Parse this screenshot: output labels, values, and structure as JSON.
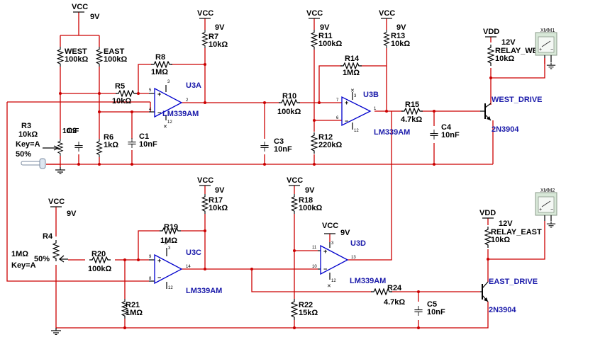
{
  "nets": {
    "vcc": "VCC",
    "vdd": "VDD"
  },
  "supplies": {
    "vcc_voltage": "9V",
    "vdd_voltage": "12V"
  },
  "resistors": {
    "west": {
      "name": "WEST",
      "value": "100kΩ"
    },
    "east": {
      "name": "EAST",
      "value": "100kΩ"
    },
    "r3": {
      "name": "R3",
      "value": "10kΩ",
      "key": "Key=A",
      "percent": "50%"
    },
    "r4": {
      "name": "R4",
      "value": "1MΩ",
      "key": "Key=A",
      "percent": "50%"
    },
    "r5": {
      "name": "R5",
      "value": "10kΩ"
    },
    "r6": {
      "name": "R6",
      "value": "1kΩ"
    },
    "r7": {
      "name": "R7",
      "value": "10kΩ"
    },
    "r8": {
      "name": "R8",
      "value": "1MΩ"
    },
    "r10": {
      "name": "R10",
      "value": "100kΩ"
    },
    "r11": {
      "name": "R11",
      "value": "100kΩ"
    },
    "r12": {
      "name": "R12",
      "value": "220kΩ"
    },
    "r13": {
      "name": "R13",
      "value": "10kΩ"
    },
    "r14": {
      "name": "R14",
      "value": "1MΩ"
    },
    "r15": {
      "name": "R15",
      "value": "4.7kΩ"
    },
    "r17": {
      "name": "R17",
      "value": "10kΩ"
    },
    "r18": {
      "name": "R18",
      "value": "100kΩ"
    },
    "r19": {
      "name": "R19",
      "value": "1MΩ"
    },
    "r20": {
      "name": "R20",
      "value": "100kΩ"
    },
    "r21": {
      "name": "R21",
      "value": "1MΩ"
    },
    "r22": {
      "name": "R22",
      "value": "15kΩ"
    },
    "r24": {
      "name": "R24",
      "value": "4.7kΩ"
    },
    "relay_west": {
      "name": "RELAY_WE",
      "value": "10kΩ"
    },
    "relay_east": {
      "name": "RELAY_EAST",
      "value": "10kΩ"
    }
  },
  "capacitors": {
    "c1": {
      "name": "C1",
      "value": "10nF"
    },
    "c2": {
      "name": "C2",
      "value": "10nF"
    },
    "c3": {
      "name": "C3",
      "value": "10nF"
    },
    "c4": {
      "name": "C4",
      "value": "10nF"
    },
    "c5": {
      "name": "C5",
      "value": "10nF"
    }
  },
  "opamps": {
    "u3a": {
      "name": "U3A",
      "part": "LM339AM",
      "pins": [
        "5",
        "4",
        "2",
        "3",
        "12"
      ]
    },
    "u3b": {
      "name": "U3B",
      "part": "LM339AM",
      "pins": [
        "7",
        "6",
        "1",
        "3",
        "12"
      ]
    },
    "u3c": {
      "name": "U3C",
      "part": "LM339AM",
      "pins": [
        "9",
        "8",
        "14",
        "3",
        "12"
      ]
    },
    "u3d": {
      "name": "U3D",
      "part": "LM339AM",
      "pins": [
        "11",
        "10",
        "13",
        "3",
        "12"
      ]
    }
  },
  "transistors": {
    "west": {
      "name": "WEST_DRIVE",
      "part": "2N3904"
    },
    "east": {
      "name": "EAST_DRIVE",
      "part": "2N3904"
    }
  },
  "meters": {
    "xmm1": "XMM1",
    "xmm2": "XMM2"
  }
}
